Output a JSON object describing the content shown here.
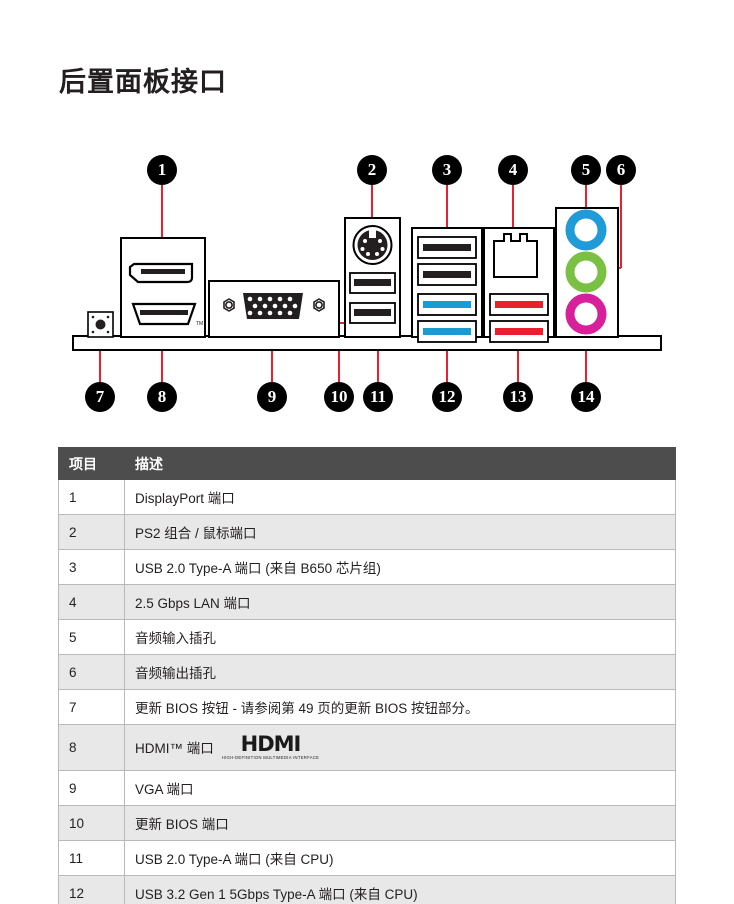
{
  "page": {
    "title": "后置面板接口"
  },
  "diagram": {
    "name": "rear-panel-io-diagram",
    "callouts_top": [
      {
        "num": "1",
        "target": "DisplayPort"
      },
      {
        "num": "2",
        "target": "PS2 组合 / 鼠标端口"
      },
      {
        "num": "3",
        "target": "USB 2.0 Type-A (B650)"
      },
      {
        "num": "4",
        "target": "2.5 Gbps LAN"
      },
      {
        "num": "5",
        "target": "音频输入插孔"
      },
      {
        "num": "6",
        "target": "音频输出插孔"
      }
    ],
    "callouts_bottom": [
      {
        "num": "7",
        "target": "更新 BIOS 按钮"
      },
      {
        "num": "8",
        "target": "HDMI 端口"
      },
      {
        "num": "9",
        "target": "VGA 端口"
      },
      {
        "num": "10",
        "target": "更新 BIOS 端口"
      },
      {
        "num": "11",
        "target": "USB 2.0 Type-A (CPU)"
      },
      {
        "num": "12",
        "target": "USB 3.2 Gen 1 Type-A (CPU)"
      },
      {
        "num": "13",
        "target": "USB Type-A 红色端口"
      },
      {
        "num": "14",
        "target": "麦克风插孔"
      }
    ],
    "colors": {
      "leader_line": "#e8212e",
      "callout_fill": "#000000",
      "usb2_tongue": "#231f20",
      "usb3_tongue": "#1b9ad6",
      "usb_red_tongue": "#e8212e",
      "audio_in_blue": "#1f9bd7",
      "audio_out_green": "#7ac143",
      "audio_mic_pink": "#d6219b"
    }
  },
  "table": {
    "headers": {
      "item": "项目",
      "description": "描述"
    },
    "rows": [
      {
        "item": "1",
        "desc": "DisplayPort 端口"
      },
      {
        "item": "2",
        "desc": "PS2 组合 / 鼠标端口"
      },
      {
        "item": "3",
        "desc": "USB 2.0 Type-A 端口 (来自 B650 芯片组)"
      },
      {
        "item": "4",
        "desc": "2.5 Gbps LAN 端口"
      },
      {
        "item": "5",
        "desc": "音频输入插孔"
      },
      {
        "item": "6",
        "desc": "音频输出插孔"
      },
      {
        "item": "7",
        "desc": "更新 BIOS 按钮 - 请参阅第 49 页的更新 BIOS 按钮部分。"
      },
      {
        "item": "8",
        "desc": "HDMI™ 端口",
        "logo": "hdmi"
      },
      {
        "item": "9",
        "desc": "VGA 端口"
      },
      {
        "item": "10",
        "desc": "更新 BIOS 端口"
      },
      {
        "item": "11",
        "desc": "USB 2.0 Type-A 端口 (来自 CPU)"
      },
      {
        "item": "12",
        "desc": "USB 3.2 Gen 1 5Gbps Type-A 端口 (来自 CPU)"
      }
    ],
    "hdmi_logo": {
      "word": "HDMI",
      "tm": "™",
      "subtitle": "HIGH-DEFINITION MULTIMEDIA INTERFACE"
    }
  }
}
